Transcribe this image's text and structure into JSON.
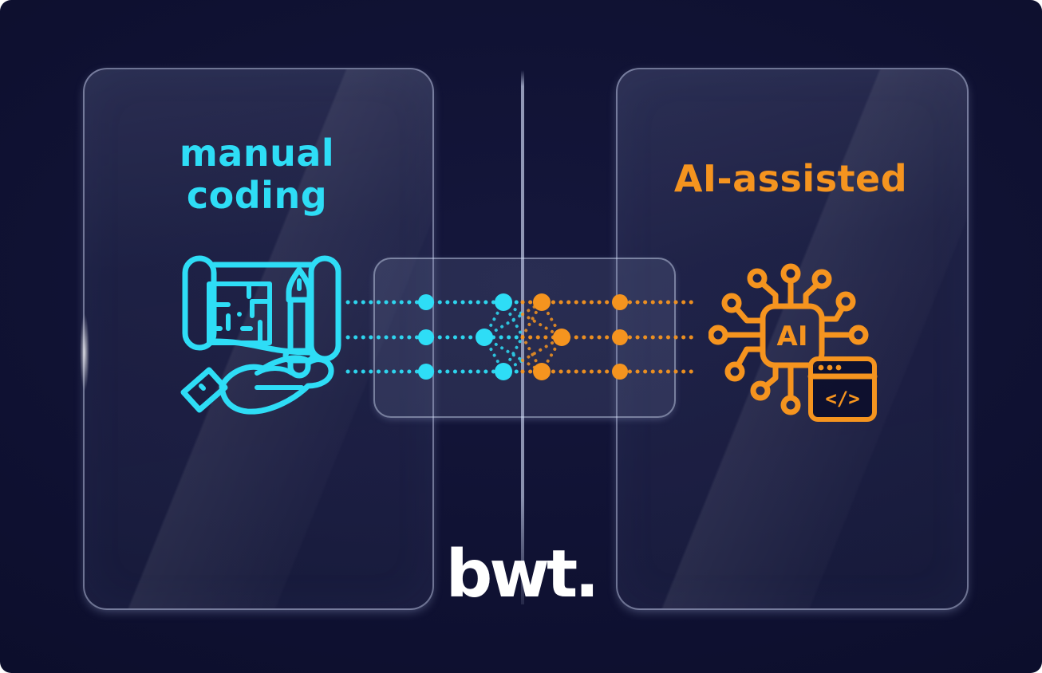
{
  "colors": {
    "cyan": "#2EDDF6",
    "orange": "#F5941F",
    "white": "#FFFFFF",
    "background": "#0C0E2C"
  },
  "left_panel": {
    "title_line1": "manual",
    "title_line2": "coding",
    "icon": "blueprint-hand-pen"
  },
  "right_panel": {
    "title": "AI-assisted",
    "icon": "ai-chip-code-window",
    "chip_label": "AI",
    "code_glyph": "</>"
  },
  "center": {
    "motif": "neural-network-handoff",
    "left_node_color": "#2EDDF6",
    "right_node_color": "#F5941F",
    "rows": 3
  },
  "logo": {
    "text": "bwt."
  }
}
